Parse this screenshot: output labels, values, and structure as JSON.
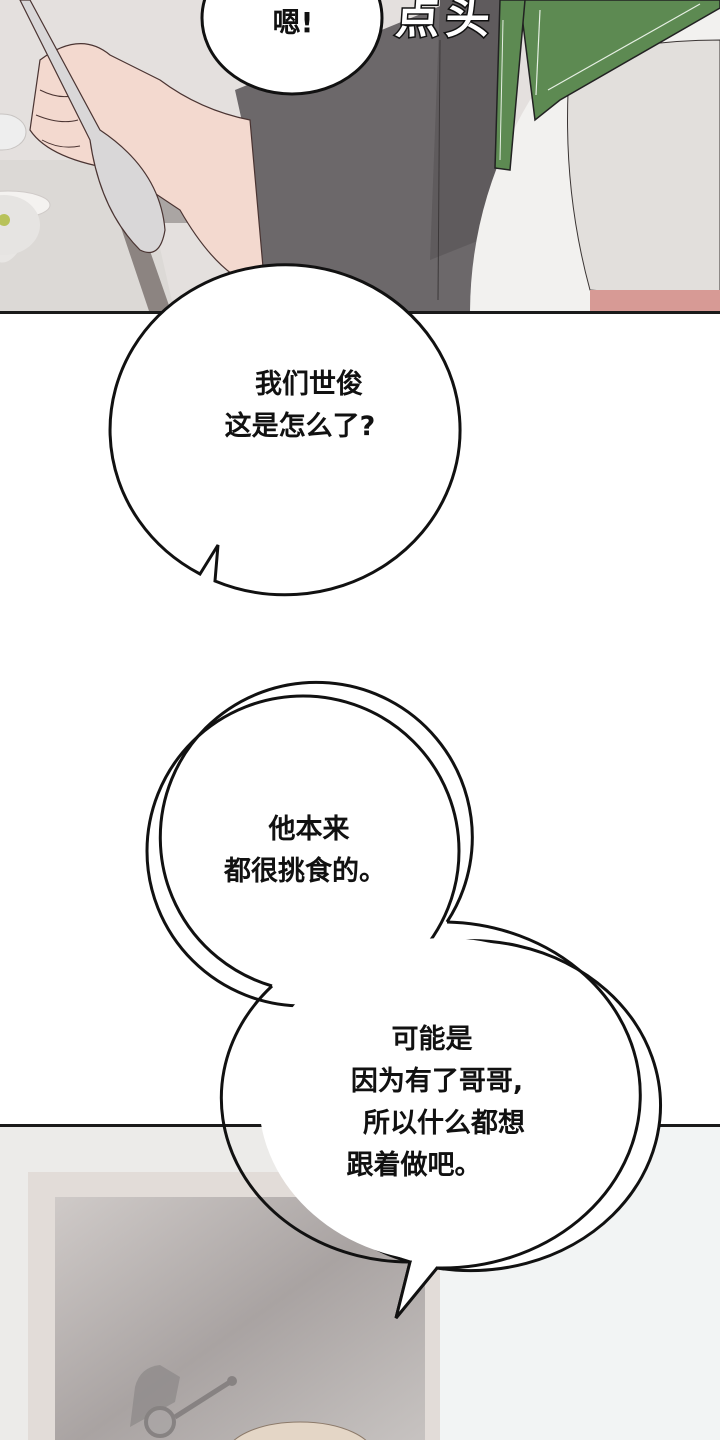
{
  "comic": {
    "format": "vertical webtoon strip",
    "panels": [
      {
        "id": "panel-1",
        "description": "Close-up of a hand holding a spoon over a bowl at a dining table; figure in grey clothing and a white shirt with green sailor collar",
        "sfx": "点头",
        "speech": {
          "lines": [
            "嗯!"
          ]
        }
      },
      {
        "id": "gutter-1",
        "speech": {
          "lines": [
            "我们世俊",
            "这是怎么了?"
          ]
        }
      },
      {
        "id": "gutter-2",
        "speech": {
          "lines": [
            "他本来",
            "都很挑食的。"
          ]
        }
      },
      {
        "id": "gutter-3",
        "speech": {
          "lines": [
            "可能是",
            "因为有了哥哥,",
            "所以什么都想",
            "跟着做吧。"
          ]
        }
      },
      {
        "id": "panel-2",
        "description": "Blurred interior with a doorway and a faded pirate silhouette sticker; a light-haired head at the bottom edge"
      }
    ]
  },
  "colors": {
    "bubble_fill": "#ffffff",
    "bubble_stroke": "#111111",
    "collar_green": "#5d8a52",
    "skin": "#f3d9cf",
    "grey_cloth": "#6e6a6c",
    "panel_border": "#1a1a1a"
  }
}
